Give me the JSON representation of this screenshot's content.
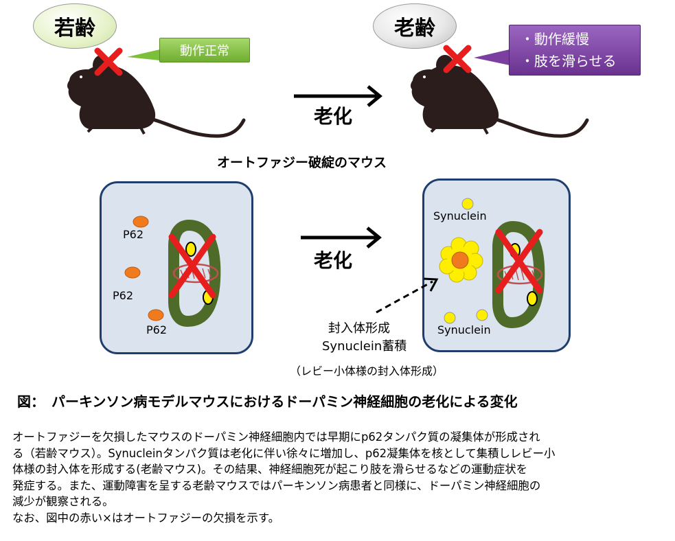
{
  "young": {
    "label": "若齢",
    "callout": "動作正常"
  },
  "old": {
    "label": "老齢",
    "callout_lines": [
      "・動作緩慢",
      "・肢を滑らせる"
    ]
  },
  "arrow_label_top": "老化",
  "arrow_label_bottom": "老化",
  "mouse_caption": "オートファジー破綻のマウス",
  "left_cell": {
    "p62_labels": [
      "P62",
      "P62",
      "P62"
    ]
  },
  "right_cell": {
    "synuclein_labels": [
      "Synuclein",
      "Synuclein"
    ]
  },
  "inclusion": {
    "line1": "封入体形成",
    "line2": "Synuclein蓄積",
    "note": "（レビー小体様の封入体形成）"
  },
  "figure_title": "図：　パーキンソン病モデルマウスにおけるドーパミン神経細胞の老化による変化",
  "description": {
    "lines": [
      "オートファジーを欠損したマウスのドーパミン神経細胞内では早期にp62タンパク質の凝集体が形成され",
      "る（若齢マウス）。Synucleinタンパク質は老化に伴い徐々に増加し、p62凝集体を核として集積しレビー小",
      "体様の封入体を形成する(老齢マウス)。その結果、神経細胞死が起こり肢を滑らせるなどの運動症状を",
      "発症する。また、運動障害を呈する老齢マウスではパーキンソン病患者と同様に、ドーパミン神経細胞の",
      "減少が観察される。",
      "なお、図中の赤い×はオートファジーの欠損を示す。"
    ]
  },
  "colors": {
    "young_pill": "#e6f2c8",
    "old_pill": "#e0e0e0",
    "green_callout": "#7cbf3a",
    "purple_callout": "#7a3f9f",
    "cell_fill": "#dbe3ee",
    "cell_border": "#1f3e6e",
    "p62_orange": "#f07a1e",
    "synuclein_yellow": "#ffee00",
    "mito_green": "#4f6b2a",
    "red_x": "#e61e1e"
  }
}
